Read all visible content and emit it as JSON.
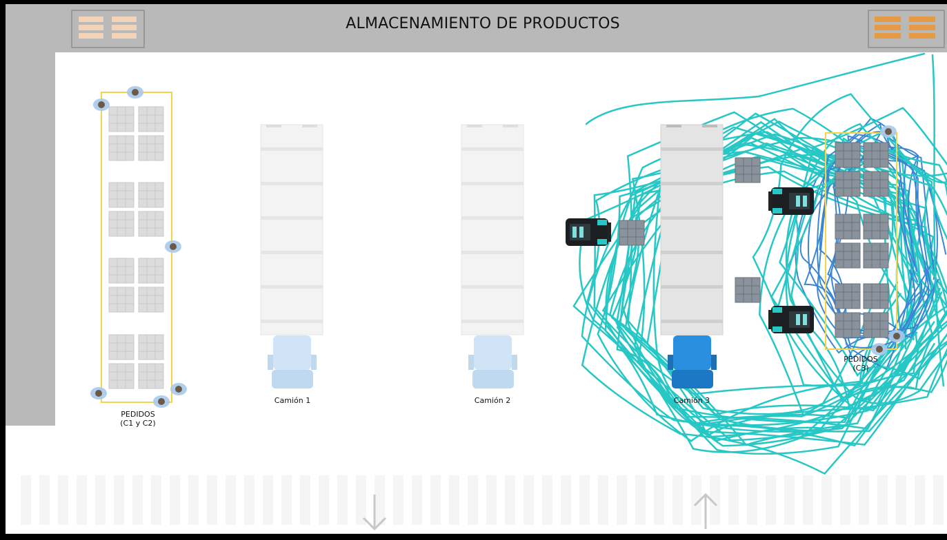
{
  "header": {
    "title": "ALMACENAMIENTO DE PRODUCTOS"
  },
  "zones": [
    {
      "id": "c1c2",
      "title": "PEDIDOS",
      "subtitle": "(C1 y C2)"
    },
    {
      "id": "c3",
      "title": "PEDIDOS",
      "subtitle": "(C3)"
    }
  ],
  "trucks": [
    {
      "label": "Camión 1",
      "state": "inactive"
    },
    {
      "label": "Camión 2",
      "state": "inactive"
    },
    {
      "label": "Camión 3",
      "state": "active"
    }
  ],
  "colors": {
    "header_bg": "#b9b9b9",
    "floor": "#ffffff",
    "path_forklift": "#27c7c5",
    "path_operator": "#3a86d4",
    "order_zone_border": "#f4d54a",
    "truck_active": "#2b8fe0",
    "truck_inactive": "#cfe4f6",
    "pallet_active": "#e79a45",
    "pallet_inactive": "#f2d4b8"
  },
  "icons": [
    "pallet-icon",
    "forklift-icon",
    "operator-icon",
    "truck-icon",
    "arrow-down-icon",
    "arrow-up-icon"
  ]
}
